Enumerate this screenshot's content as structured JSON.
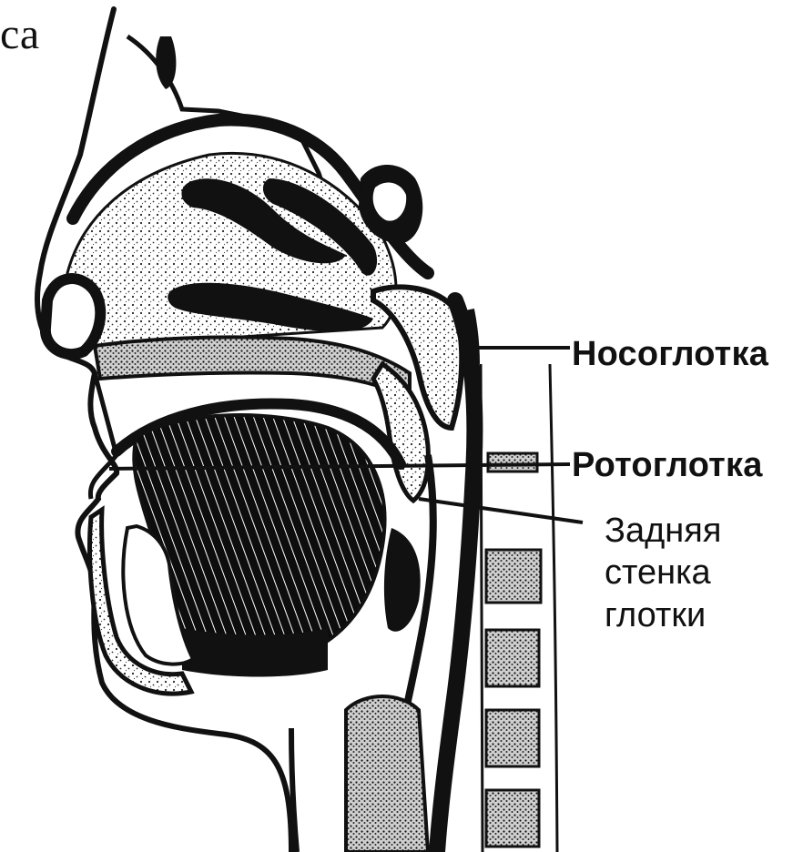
{
  "corner_text": "са",
  "labels": {
    "nasopharynx": "Носоглотка",
    "oropharynx": "Ротоглотка",
    "posterior_wall_line1": "Задняя",
    "posterior_wall_line2": "стенка",
    "posterior_wall_line3": "глотки"
  },
  "colors": {
    "ink": "#111111",
    "paper": "#ffffff",
    "shade": "#9a9a9a"
  }
}
